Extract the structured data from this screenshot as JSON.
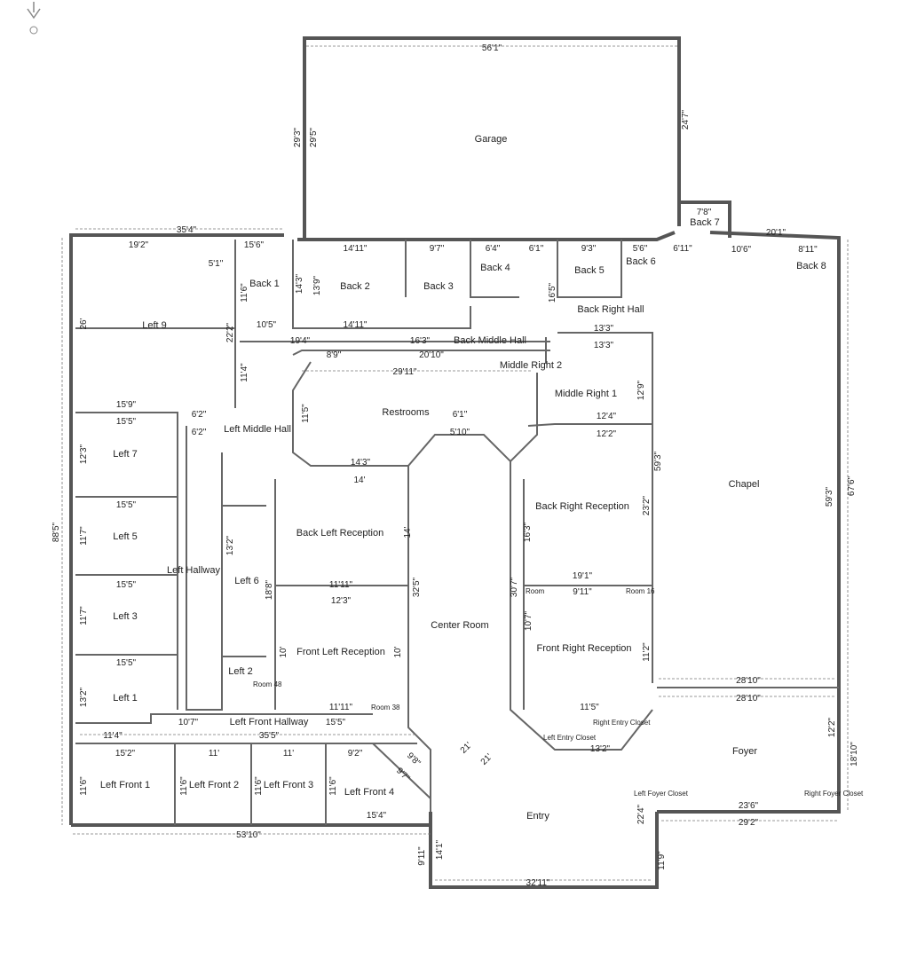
{
  "rooms": {
    "garage": "Garage",
    "back1": "Back 1",
    "back2": "Back 2",
    "back3": "Back 3",
    "back4": "Back 4",
    "back5": "Back 5",
    "back6": "Back 6",
    "back7": "Back 7",
    "back8": "Back 8",
    "left9": "Left 9",
    "left7": "Left 7",
    "left5": "Left 5",
    "left3": "Left 3",
    "left1": "Left 1",
    "left6": "Left 6",
    "left2": "Left 2",
    "left_hallway": "Left Hallway",
    "left_middle_hall": "Left Middle Hall",
    "back_middle_hall": "Back Middle Hall",
    "back_right_hall": "Back Right Hall",
    "middle_right_2": "Middle Right 2",
    "middle_right_1": "Middle Right 1",
    "restrooms": "Restrooms",
    "back_left_reception": "Back Left Reception",
    "back_right_reception": "Back Right Reception",
    "center_room": "Center Room",
    "front_left_reception": "Front Left Reception",
    "front_right_reception": "Front Right Reception",
    "chapel": "Chapel",
    "foyer": "Foyer",
    "entry": "Entry",
    "left_front_hallway": "Left Front Hallway",
    "left_front_1": "Left Front 1",
    "left_front_2": "Left Front 2",
    "left_front_3": "Left Front 3",
    "left_front_4": "Left Front 4",
    "room_48": "Room 48",
    "room_38": "Room 38",
    "room_16": "Room 16",
    "room_x": "Room",
    "left_entry_closet": "Left Entry Closet",
    "right_entry_closet": "Right Entry Closet",
    "left_foyer_closet": "Left Foyer Closet",
    "right_foyer_closet": "Right Foyer Closet"
  },
  "dims": {
    "garage_w": "56'1\"",
    "garage_h1": "29'3\"",
    "garage_h2": "29'5\"",
    "garage_r": "24'7\"",
    "top_left": "35'4\"",
    "left9_w": "19'2\"",
    "back1_w": "15'6\"",
    "d5_1": "5'1\"",
    "back2_w": "14'11\"",
    "back3_w": "9'7\"",
    "back4_w": "6'4\"",
    "d6_1": "6'1\"",
    "back5_w": "9'3\"",
    "back6_w": "5'6\"",
    "d6_11": "6'11\"",
    "back7_w": "7'8\"",
    "chapel_top": "20'1\"",
    "d10_6": "10'6\"",
    "back8_w": "8'11\"",
    "left9_h": "26'",
    "d22_2": "22'2\"",
    "d11_6": "11'6\"",
    "d14_3": "14'3\"",
    "d13_9": "13'9\"",
    "d10_5": "10'5\"",
    "back2_b": "14'11\"",
    "d19_4": "19'4\"",
    "d16_3": "16'3\"",
    "d8_9": "8'9\"",
    "d20_10": "20'10\"",
    "d29_11": "29'11\"",
    "d11_4": "11'4\"",
    "d15_9": "15'9\"",
    "d15_5a": "15'5\"",
    "d6_2a": "6'2\"",
    "d6_2b": "6'2\"",
    "d12_3": "12'3\"",
    "d11_7a": "11'7\"",
    "d15_5b": "15'5\"",
    "d15_5c": "15'5\"",
    "d11_7b": "11'7\"",
    "d15_5d": "15'5\"",
    "d13_2a": "13'2\"",
    "d88_5": "88'5\"",
    "d14_3b": "14'3\"",
    "d14": "14'",
    "d11_5": "11'5\"",
    "d13_3a": "13'3\"",
    "d13_3b": "13'3\"",
    "d16_5": "16'5\"",
    "d12_9": "12'9\"",
    "d12_4": "12'4\"",
    "d12_2": "12'2\"",
    "d23_2": "23'2\"",
    "d59_3a": "59'3\"",
    "d59_3b": "59'3\"",
    "d67_6": "67'6\"",
    "d19_1": "19'1\"",
    "d9_11": "9'11\"",
    "d11_11a": "11'11\"",
    "d12_3b": "12'3\"",
    "d11_11b": "11'11\"",
    "d32_5": "32'5\"",
    "d30_7": "30'7\"",
    "d16_3b": "16'3\"",
    "d28_10a": "28'10\"",
    "d28_10b": "28'10\"",
    "d11_5b": "11'5\"",
    "d13_2b": "13'2\"",
    "d12_2b": "12'2\"",
    "d18_10": "18'10\"",
    "d23_6": "23'6\"",
    "d29_2": "29'2\"",
    "d22_4": "22'4\"",
    "d11_9": "11'9\"",
    "d32_11": "32'11\"",
    "d14_1": "14'1\"",
    "d9_11b": "9'11\"",
    "d21a": "21'",
    "d21b": "21'",
    "d9_8": "9'8\"",
    "d9_7": "9'7\"",
    "d10_7": "10'7\"",
    "d35_5": "35'5\"",
    "d15_5e": "15'5\"",
    "d11_4b": "11'4\"",
    "d15_2": "15'2\"",
    "d11a": "11'",
    "d11b": "11'",
    "d9_2": "9'2\"",
    "d11_6a": "11'6\"",
    "d11_6b": "11'6\"",
    "d11_6c": "11'6\"",
    "d11_6d": "11'6\"",
    "d15_4": "15'4\"",
    "d53_10": "53'10\"",
    "d18_8": "18'8\"",
    "d13_2c": "13'2\"",
    "d10": "10'",
    "d10b": "10'",
    "d10_7b": "10'7\"",
    "d11_2": "11'2\"",
    "d6_1b": "6'1\"",
    "d5_10": "5'10\""
  },
  "north_arrow": "north-arrow-icon"
}
